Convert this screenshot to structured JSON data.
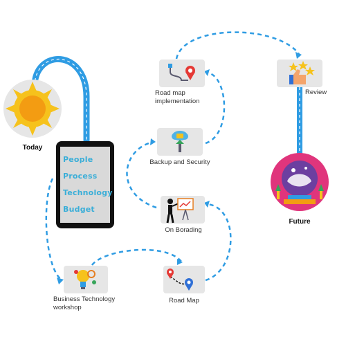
{
  "labels": {
    "today": "Today",
    "future": "Future",
    "review": "Review",
    "roadmap_impl_line1": "Road map",
    "roadmap_impl_line2": "implementation",
    "backup": "Backup and Security",
    "onboarding": "On Borading",
    "business_line1": "Business Technology",
    "business_line2": "workshop",
    "road_map": "Road Map"
  },
  "tablet_items": [
    "People",
    "Process",
    "Technology",
    "Budget"
  ],
  "colors": {
    "path_blue": "#2f9ce3",
    "box_gray": "#e6e6e6",
    "sun_yellow": "#f6c21c",
    "sun_orange": "#f39c12",
    "tablet_text": "#3aaed8",
    "crystal_pink": "#e0357c",
    "crystal_purple": "#6c3fa0"
  },
  "icons": [
    "sun-icon",
    "roadmap-pin-icon",
    "cloud-security-icon",
    "presentation-icon",
    "lightbulb-gear-icon",
    "route-pins-icon",
    "thumbs-up-stars-icon",
    "crystal-ball-icon"
  ]
}
